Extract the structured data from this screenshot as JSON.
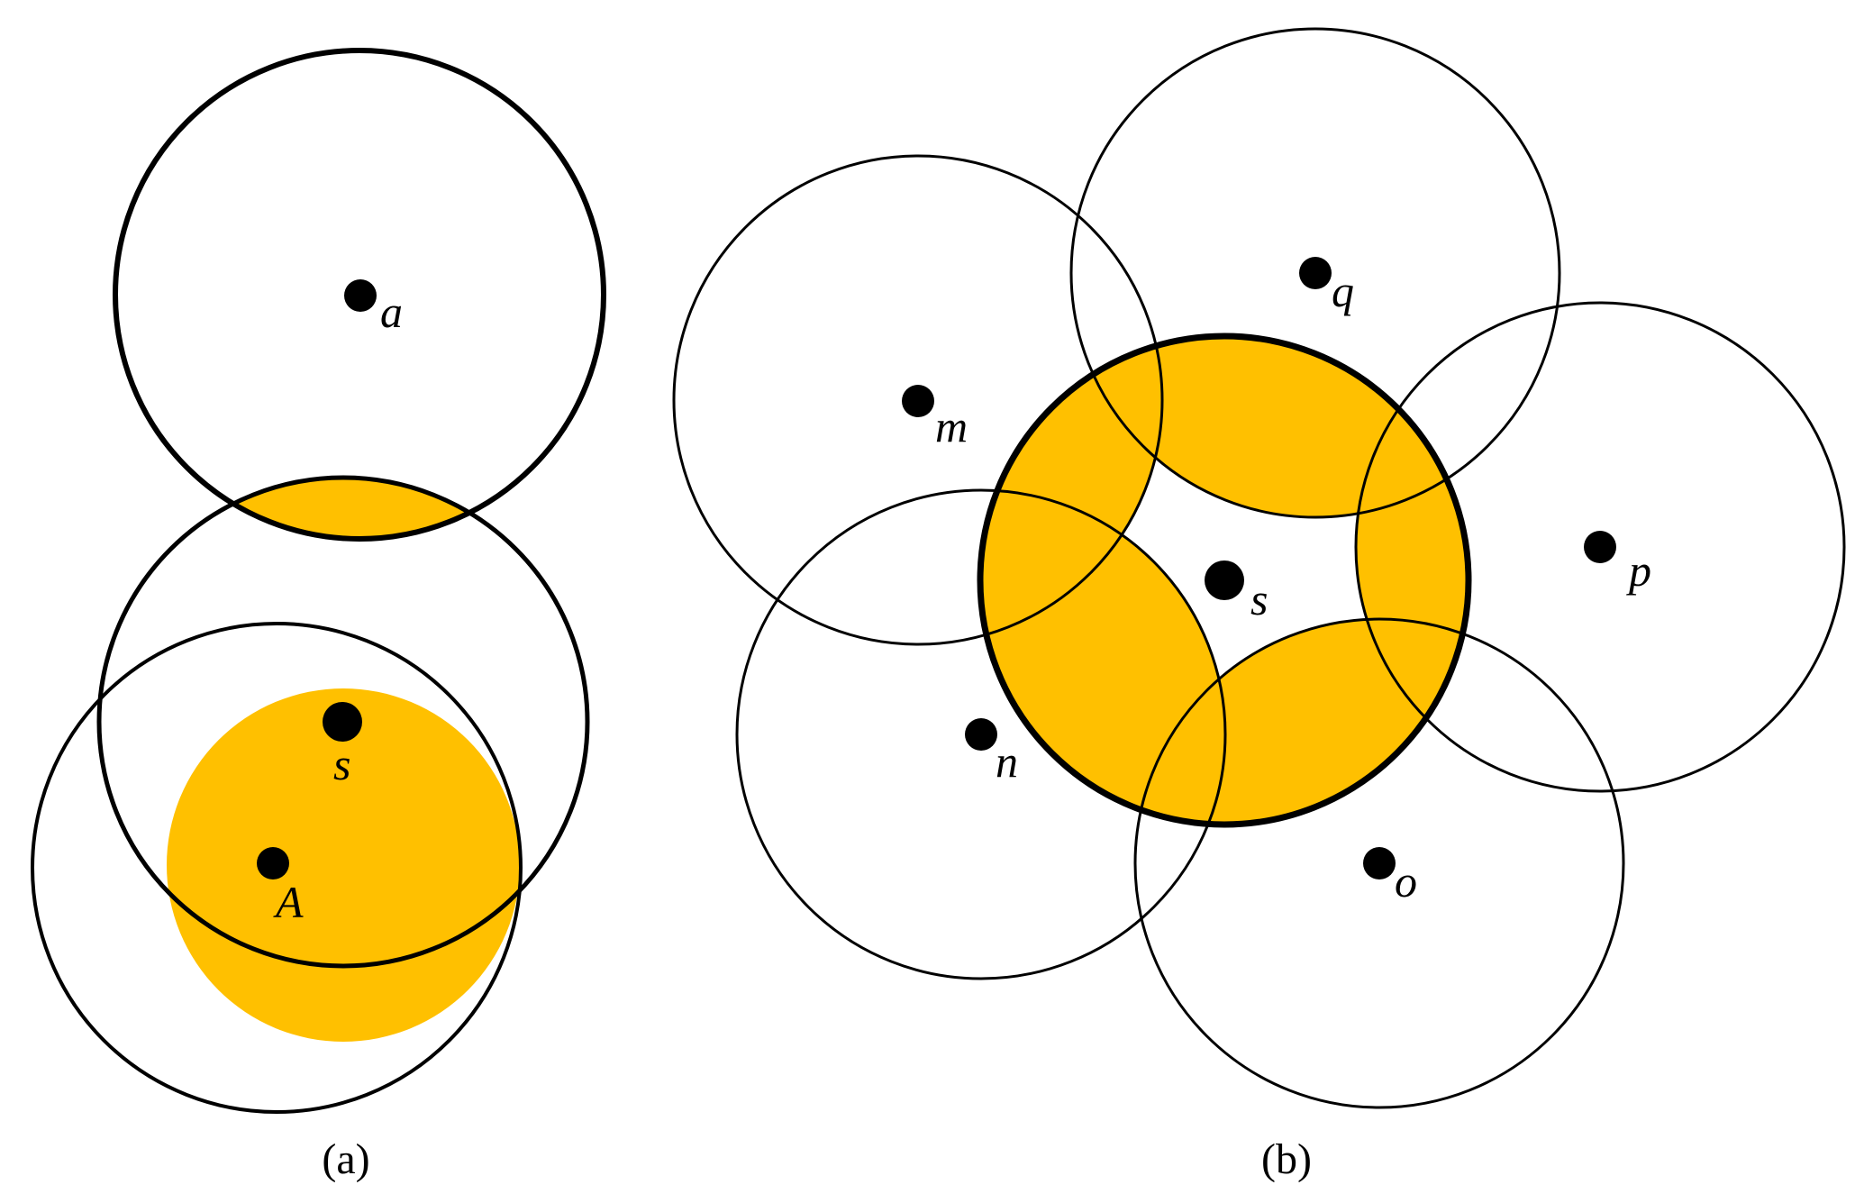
{
  "colors": {
    "highlight": "#FFC000",
    "stroke": "#000000",
    "background": "#FFFFFF"
  },
  "panel_a": {
    "caption": "(a)",
    "nodes": {
      "a": "a",
      "s": "s",
      "A": "A"
    }
  },
  "panel_b": {
    "caption": "(b)",
    "nodes": {
      "s": "s",
      "m": "m",
      "q": "q",
      "p": "p",
      "n": "n",
      "o": "o"
    }
  }
}
